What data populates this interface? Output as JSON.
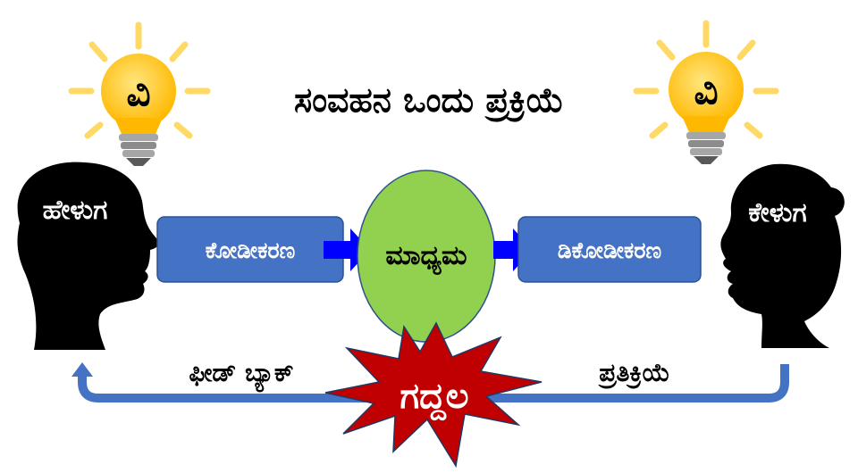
{
  "title": "ಸಂವಹನ ಒಂದು ಪ್ರಕ್ರಿಯೆ",
  "sender": {
    "label": "ಹೇಳುಗ",
    "bulb_letter": "ವಿ"
  },
  "receiver": {
    "label": "ಕೇಳುಗ",
    "bulb_letter": "ವಿ"
  },
  "encoding": {
    "label": "ಕೋಡೀಕರಣ"
  },
  "medium": {
    "label": "ಮಾಧ್ಯಮ"
  },
  "decoding": {
    "label": "ಡಿಕೋಡೀಕರಣ"
  },
  "noise": {
    "label": "ಗದ್ದಲ"
  },
  "feedback": {
    "label": "ಫೀಡ್ ಬ್ಯಾಕ್"
  },
  "response": {
    "label": "ಪ್ರತಿಕ್ರಿಯೆ"
  },
  "colors": {
    "box_fill": "#4472c4",
    "box_stroke": "#2f528f",
    "arrow_blue": "#0000ff",
    "medium_fill": "#92d050",
    "noise_fill": "#c00000",
    "feedback_line": "#4472c4",
    "bulb_yellow": "#ffc000",
    "bulb_ray": "#ffd966",
    "silhouette": "#000000"
  }
}
